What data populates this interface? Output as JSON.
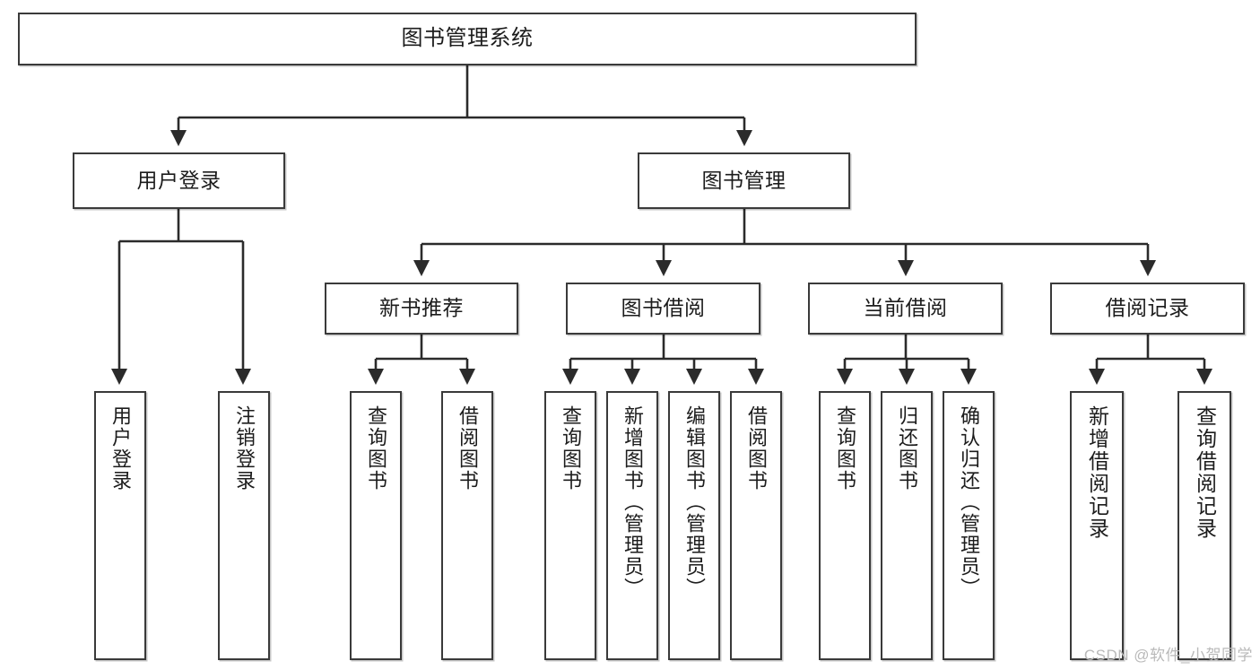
{
  "diagram": {
    "title": "图书管理系统",
    "type": "功能结构图",
    "root": {
      "id": "root",
      "label": "图书管理系统"
    },
    "level2": [
      {
        "id": "user-login",
        "label": "用户登录"
      },
      {
        "id": "book-manage",
        "label": "图书管理"
      }
    ],
    "level3": [
      {
        "id": "new-book-recommend",
        "label": "新书推荐"
      },
      {
        "id": "book-borrow",
        "label": "图书借阅"
      },
      {
        "id": "current-borrow",
        "label": "当前借阅"
      },
      {
        "id": "borrow-record",
        "label": "借阅记录"
      }
    ],
    "leaves": {
      "user_login": [
        {
          "id": "leaf-user-login",
          "label": "用户登录"
        },
        {
          "id": "leaf-logout-login",
          "label": "注销登录"
        }
      ],
      "new_book_recommend": [
        {
          "id": "leaf-query-book-1",
          "label": "查询图书"
        },
        {
          "id": "leaf-borrow-book-1",
          "label": "借阅图书"
        }
      ],
      "book_borrow": [
        {
          "id": "leaf-query-book-2",
          "label": "查询图书"
        },
        {
          "id": "leaf-add-book",
          "label": "新增图书（管理员）"
        },
        {
          "id": "leaf-edit-book",
          "label": "编辑图书（管理员）"
        },
        {
          "id": "leaf-borrow-book-2",
          "label": "借阅图书"
        }
      ],
      "current_borrow": [
        {
          "id": "leaf-query-book-3",
          "label": "查询图书"
        },
        {
          "id": "leaf-return-book",
          "label": "归还图书"
        },
        {
          "id": "leaf-confirm-return",
          "label": "确认归还（管理员）"
        }
      ],
      "borrow_record": [
        {
          "id": "leaf-add-record",
          "label": "新增借阅记录"
        },
        {
          "id": "leaf-query-record",
          "label": "查询借阅记录"
        }
      ]
    },
    "watermark": "CSDN @软件_小贺同学",
    "colors": {
      "box_border": "#3a3a3a",
      "box_fill": "#ffffff",
      "connector": "#2b2b2b",
      "text": "#1c1c1c",
      "watermark": "#b9b9b9"
    }
  }
}
